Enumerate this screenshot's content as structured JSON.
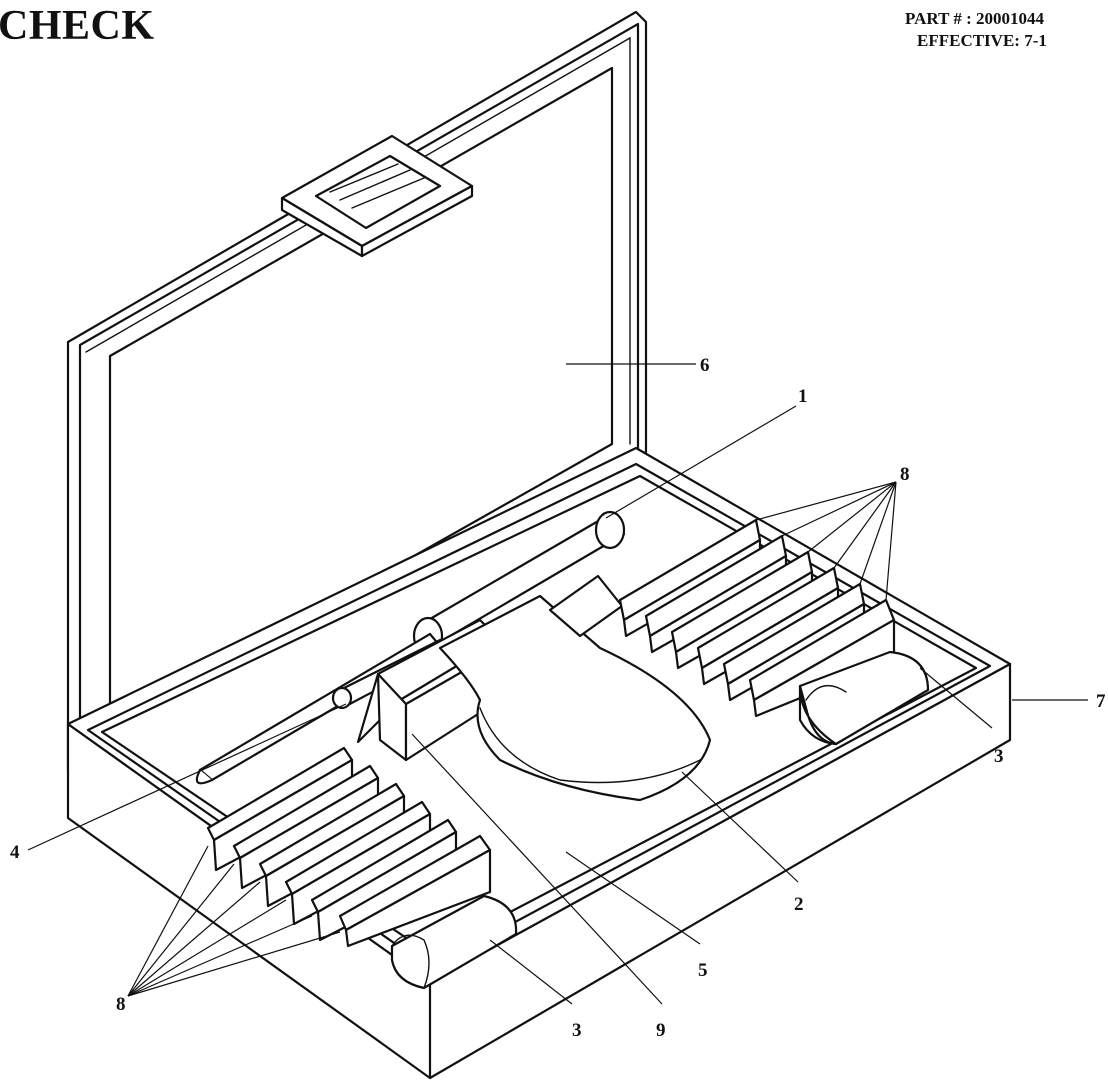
{
  "header": {
    "title": "CHECK",
    "part_number": "PART # : 20001044",
    "effective": "EFFECTIVE: 7-1"
  },
  "callouts": [
    {
      "id": "c1",
      "label": "1"
    },
    {
      "id": "c2",
      "label": "2"
    },
    {
      "id": "c3a",
      "label": "3"
    },
    {
      "id": "c3b",
      "label": "3"
    },
    {
      "id": "c4",
      "label": "4"
    },
    {
      "id": "c5",
      "label": "5"
    },
    {
      "id": "c6",
      "label": "6"
    },
    {
      "id": "c7",
      "label": "7"
    },
    {
      "id": "c8a",
      "label": "8"
    },
    {
      "id": "c8b",
      "label": "8"
    },
    {
      "id": "c9",
      "label": "9"
    }
  ]
}
